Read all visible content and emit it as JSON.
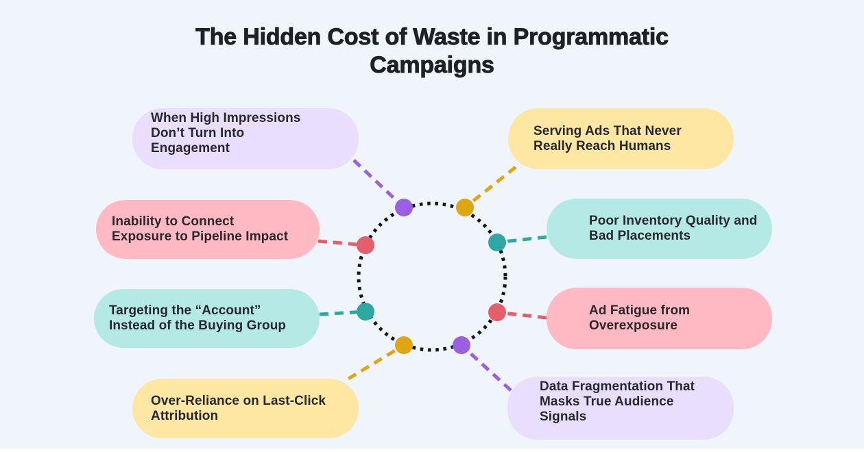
{
  "title": "The Hidden Cost of Waste in Programmatic Campaigns",
  "items": [
    {
      "id": "high-impressions",
      "label": "When High Impressions\nDon’t Turn Into\nEngagement",
      "bubble_color": "#e9defb",
      "accent_color": "#9b5fe3",
      "position": "top-left"
    },
    {
      "id": "non-human-ads",
      "label": "Serving Ads That Never\nReally Reach Humans",
      "bubble_color": "#fde7a3",
      "accent_color": "#e0a513",
      "position": "top-right"
    },
    {
      "id": "pipeline-impact",
      "label": "Inability to Connect\nExposure to Pipeline Impact",
      "bubble_color": "#ffb9c2",
      "accent_color": "#e55e6c",
      "position": "mid-left"
    },
    {
      "id": "inventory-quality",
      "label": "Poor Inventory Quality and\nBad Placements",
      "bubble_color": "#b5e9e6",
      "accent_color": "#2fa8a3",
      "position": "mid-right"
    },
    {
      "id": "account-targeting",
      "label": "Targeting the “Account”\nInstead of the Buying Group",
      "bubble_color": "#b5e9e6",
      "accent_color": "#2fa8a3",
      "position": "lower-left"
    },
    {
      "id": "ad-fatigue",
      "label": "Ad Fatigue from\nOverexposure",
      "bubble_color": "#ffb9c2",
      "accent_color": "#e55e6c",
      "position": "lower-right"
    },
    {
      "id": "last-click",
      "label": "Over-Reliance on Last-Click\nAttribution",
      "bubble_color": "#fde7a3",
      "accent_color": "#e0a513",
      "position": "bottom-left"
    },
    {
      "id": "data-fragmentation",
      "label": "Data Fragmentation That\nMasks True Audience\nSignals",
      "bubble_color": "#e9defb",
      "accent_color": "#9b5fe3",
      "position": "bottom-right"
    }
  ],
  "colors": {
    "background": "#f0f4fb",
    "title_text": "#1e2126",
    "bubble_text": "#27282d",
    "circle_dots": "#141414",
    "purple": "#9b5fe3",
    "gold": "#e0a513",
    "red": "#e55e6c",
    "teal": "#2fa8a3"
  }
}
